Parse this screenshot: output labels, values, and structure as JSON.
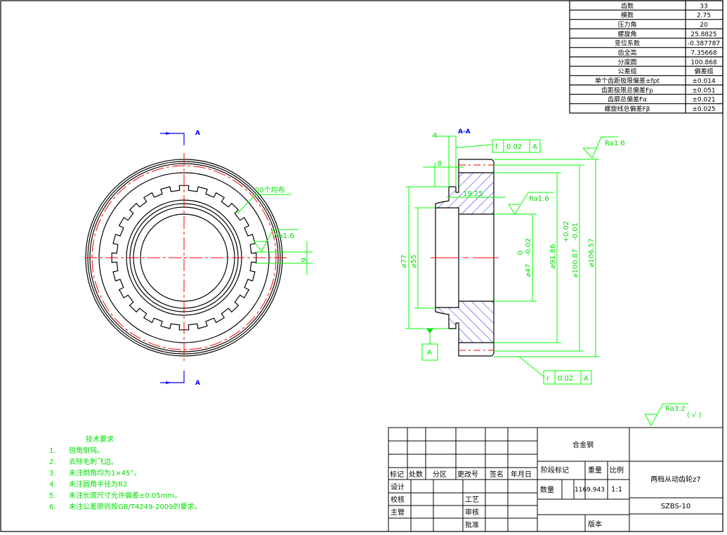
{
  "gear_params": [
    {
      "label": "齿数",
      "value": "33"
    },
    {
      "label": "模数",
      "value": "2.75"
    },
    {
      "label": "压力角",
      "value": "20"
    },
    {
      "label": "螺旋角",
      "value": "25.8825"
    },
    {
      "label": "变位系数",
      "value": "-0.387787"
    },
    {
      "label": "齿全高",
      "value": "7.35668"
    },
    {
      "label": "分度圆",
      "value": "100.868"
    },
    {
      "label": "公差组",
      "value": "偏差组"
    },
    {
      "label": "单个齿距极限偏差±fpt",
      "value": "±0.014"
    },
    {
      "label": "齿距极限总偏差Fp",
      "value": "±0.051"
    },
    {
      "label": "齿廓总偏差Fα",
      "value": "±0.021"
    },
    {
      "label": "螺旋线总偏差Fβ",
      "value": "±0.025"
    }
  ],
  "front_view": {
    "section_mark": "A",
    "note_teeth": "20个均布",
    "roughness": "Ra1.6",
    "dim_width": "6"
  },
  "section_view": {
    "title": "A-A",
    "dim_4": "4",
    "dim_8": "8",
    "dim_chamfer": "19.25",
    "tol_top": {
      "symbol": "f",
      "value": "0.02",
      "datum": "A"
    },
    "tol_bottom": {
      "symbol": "r",
      "value": "0.02",
      "datum": "A"
    },
    "ra_top": "Ra1.6",
    "ra_mid": "Ra1.6",
    "dim_77": "⌀77",
    "dim_55": "⌀55",
    "dim_47": "⌀47",
    "dim_47_tol_upper": "0",
    "dim_47_tol_lower": "-0.02",
    "dim_9186": "⌀91.86",
    "dim_10087": "⌀100.87",
    "dim_10087_tol_upper": "+0.02",
    "dim_10087_tol_lower": "-0.01",
    "dim_10657": "⌀106.57",
    "datum": "A"
  },
  "general_roughness": {
    "value": "Ra3.2",
    "suffix": "( √ )"
  },
  "tech_req": {
    "title": "技术要求",
    "items": [
      {
        "num": "1.",
        "text": "锐角倒钝。"
      },
      {
        "num": "2.",
        "text": "去除毛刺飞边。"
      },
      {
        "num": "3.",
        "text": "未注倒角均为1×45°。"
      },
      {
        "num": "4.",
        "text": "未注圆角半径为R2"
      },
      {
        "num": "5.",
        "text": "未注长度尺寸允许偏差±0.05mm。"
      },
      {
        "num": "6.",
        "text": "未注公差原则按GB/T4249-2009的要求。"
      }
    ]
  },
  "title_block": {
    "h_mark": "标记",
    "h_count": "处数",
    "h_zone": "分区",
    "h_change": "更改号",
    "h_sign": "签名",
    "h_date": "年月日",
    "design": "设计",
    "check": "校核",
    "process": "工艺",
    "manager": "主管",
    "review": "审核",
    "approve": "批准",
    "material": "合金钢",
    "stage": "阶段标记",
    "weight_label": "重量",
    "scale_label": "比例",
    "qty_label": "数量",
    "weight": "1169.943",
    "scale": "1:1",
    "version": "版本",
    "part_name": "两档从动齿轮z7",
    "drawing_no": "SZBS-10"
  }
}
